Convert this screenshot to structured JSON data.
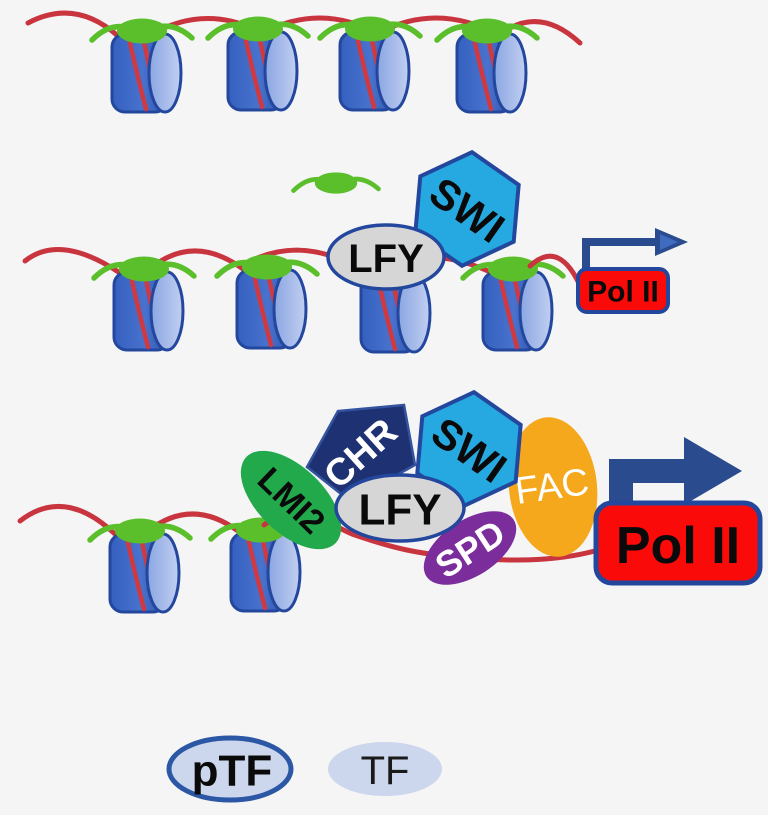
{
  "rows": {
    "row2": {
      "lfy": "LFY",
      "swi": "SWI",
      "polii": "Pol II"
    },
    "row3": {
      "lmi2": "LMI2",
      "chr": "CHR",
      "swi": "SWI",
      "lfy": "LFY",
      "spd": "SPD",
      "fac": "FAC",
      "polii": "Pol II"
    }
  },
  "legend": {
    "ptf": "pTF",
    "tf": "TF"
  },
  "colors": {
    "background": "#f5f5f6",
    "dna_red": "#c9353f",
    "nucleosome_blue": "#3a64c4",
    "nucleosome_cap": "#9db2e6",
    "histone_mark_green": "#5abf2b",
    "swi_blue": "#25a9e0",
    "chr_navy": "#1e3173",
    "lmi2_green": "#21a94c",
    "spd_purple": "#7b2d9b",
    "fac_orange": "#f6a81c",
    "lfy_gray": "#d6d6d6",
    "polii_red": "#fb0a0a",
    "outline_navy": "#24479e",
    "arrow_navy": "#2a4b8d",
    "legend_fill": "#ccd6ec"
  }
}
